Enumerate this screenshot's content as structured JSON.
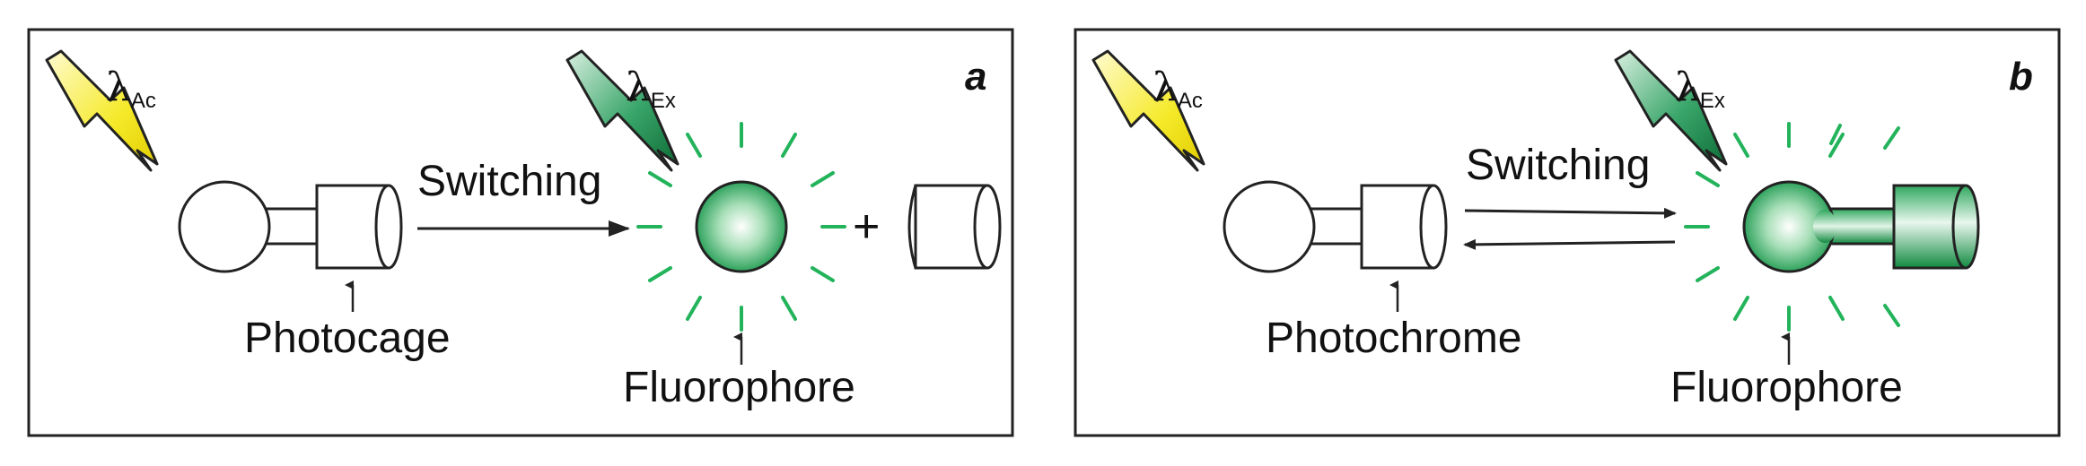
{
  "panel_a": {
    "letter": "a",
    "lambda_ac": {
      "symbol": "λ",
      "subscript": "Ac"
    },
    "lambda_ex": {
      "symbol": "λ",
      "subscript": "Ex"
    },
    "arrow_label": "Switching",
    "molecule_label": "Photocage",
    "product_label": "Fluorophore",
    "plus": "+"
  },
  "panel_b": {
    "letter": "b",
    "lambda_ac": {
      "symbol": "λ",
      "subscript": "Ac"
    },
    "lambda_ex": {
      "symbol": "λ",
      "subscript": "Ex"
    },
    "arrow_label": "Switching",
    "molecule_label": "Photochrome",
    "product_label": "Fluorophore"
  },
  "colors": {
    "activation_bolt": "#f2e600",
    "excitation_bolt": "#1f8a4c",
    "fluorescence": "#22b35b",
    "outline": "#222222"
  },
  "icons": [
    "activation-light-bolt-icon",
    "excitation-light-bolt-icon",
    "fluorescence-rays-icon"
  ]
}
